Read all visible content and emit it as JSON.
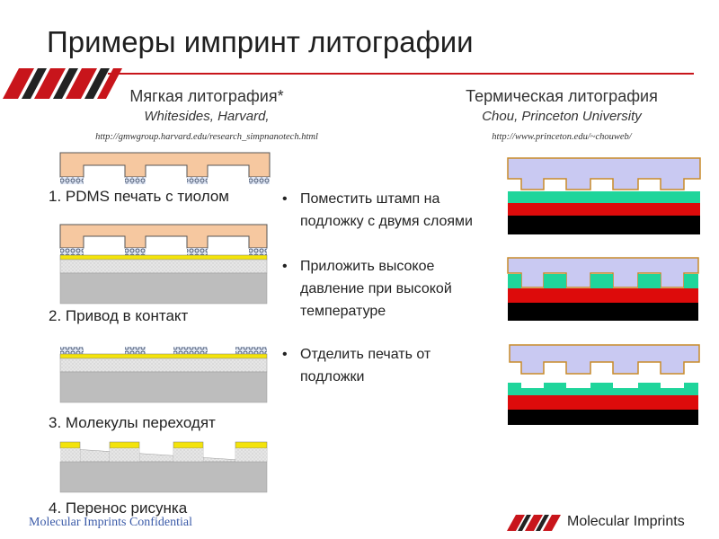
{
  "slide": {
    "title": "Примеры импринт литографии"
  },
  "soft": {
    "heading": "Мягкая литография*",
    "authors": "Whitesides, Harvard,",
    "url": "http://gmwgroup.harvard.edu/research_simpnanotech.html",
    "steps": [
      "1. PDMS печать с тиолом",
      "2. Привод в контакт",
      "3. Молекулы переходят",
      "4. Перенос рисунка"
    ]
  },
  "thermal": {
    "heading": "Термическая литография",
    "authors": "Chou, Princeton University",
    "url": "http://www.princeton.edu/~chouweb/",
    "bullets": [
      "Поместить штамп на подложку с двумя слоями",
      "Приложить высокое давление при высокой температуре",
      "Отделить печать от подложки"
    ]
  },
  "footer": {
    "confidential": "Molecular Imprints Confidential",
    "logo_text": "Molecular Imprints"
  },
  "colors": {
    "accent_red": "#c8151b",
    "stamp_soft": "#f6c8a0",
    "substrate_gray": "#bdbdbd",
    "gold_layer": "#f3e30b",
    "stamp_thermal": "#c9c9f2",
    "resist_teal": "#1fd59b",
    "layer_red": "#dd0b0b",
    "base_black": "#000000"
  }
}
